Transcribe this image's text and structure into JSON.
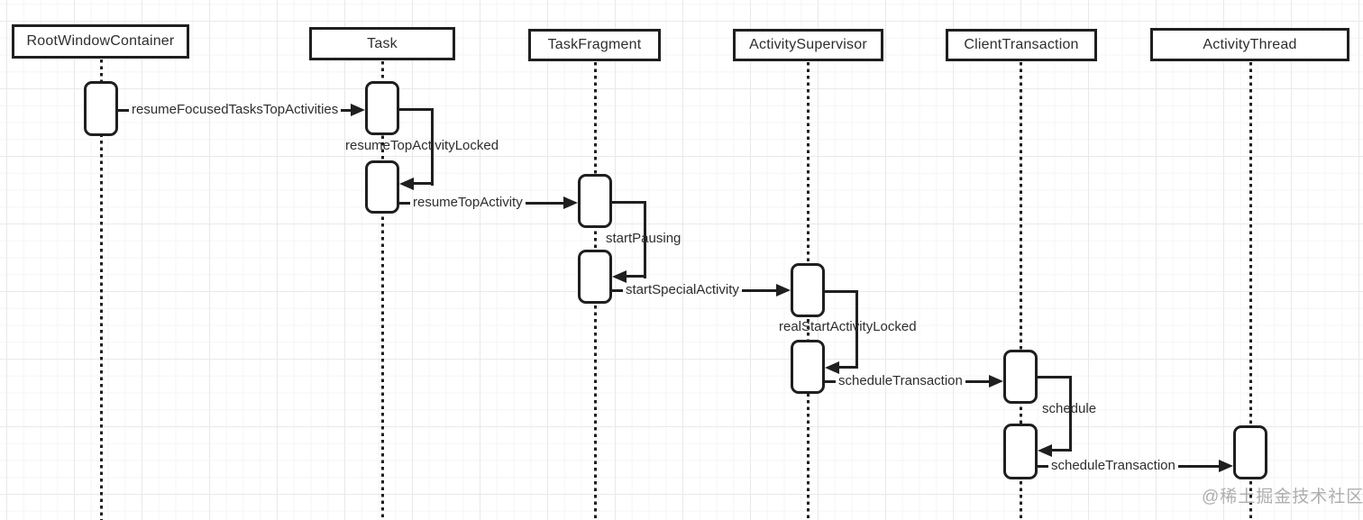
{
  "participants": [
    {
      "label": "RootWindowContainer"
    },
    {
      "label": "Task"
    },
    {
      "label": "TaskFragment"
    },
    {
      "label": "ActivitySupervisor"
    },
    {
      "label": "ClientTransaction"
    },
    {
      "label": "ActivityThread"
    }
  ],
  "messages": {
    "resume_focused_tasks_top_activities": {
      "label": "resumeFocusedTasksTopActivities",
      "type": "call",
      "from": "RootWindowContainer",
      "to": "Task"
    },
    "resume_top_activity_locked": {
      "label": "resumeTopActivityLocked",
      "type": "self-call",
      "on": "Task"
    },
    "resume_top_activity": {
      "label": "resumeTopActivity",
      "type": "call",
      "from": "Task",
      "to": "TaskFragment"
    },
    "start_pausing": {
      "label": "startPausing",
      "type": "self-call",
      "on": "TaskFragment"
    },
    "start_special_activity": {
      "label": "startSpecialActivity",
      "type": "call",
      "from": "TaskFragment",
      "to": "ActivitySupervisor"
    },
    "real_start_activity_locked": {
      "label": "realStartActivityLocked",
      "type": "self-call",
      "on": "ActivitySupervisor"
    },
    "schedule_transaction_to_client": {
      "label": "scheduleTransaction",
      "type": "call",
      "from": "ActivitySupervisor",
      "to": "ClientTransaction"
    },
    "schedule": {
      "label": "schedule",
      "type": "self-call",
      "on": "ClientTransaction"
    },
    "schedule_transaction_to_thread": {
      "label": "scheduleTransaction",
      "type": "call",
      "from": "ClientTransaction",
      "to": "ActivityThread"
    }
  },
  "watermark": "@稀土掘金技术社区",
  "colors": {
    "line": "#1f1f1f",
    "background": "#ffffff",
    "grid_minor": "#f5f5f5",
    "grid_major": "#e9e9e9",
    "watermark": "#aeaeae"
  }
}
